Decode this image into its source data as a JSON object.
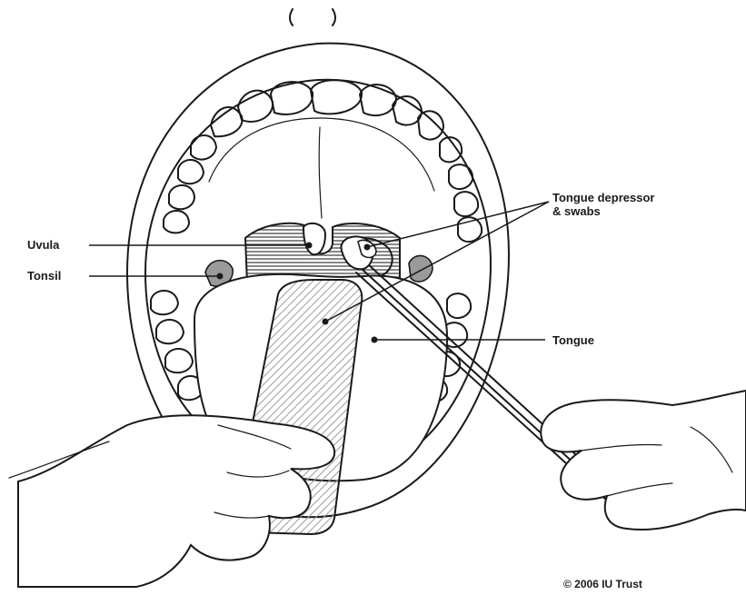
{
  "labels": {
    "uvula": "Uvula",
    "tonsil": "Tonsil",
    "tongue_depressor": "Tongue depressor\n& swabs",
    "tongue": "Tongue"
  },
  "copyright": "© 2006 IU Trust",
  "colors": {
    "ink": "#1a1a1a",
    "throat_shade": "#6e6e6e",
    "tonsil_shade": "#9a9a9a",
    "depressor_hatch": "#9c9c9c",
    "background": "#ffffff"
  }
}
